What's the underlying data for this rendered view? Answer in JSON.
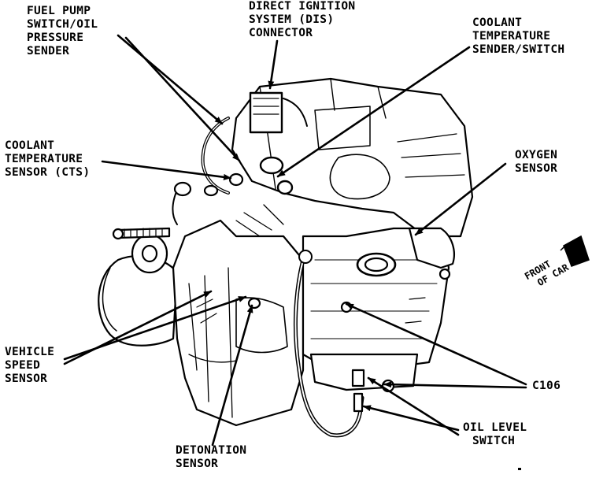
{
  "labels": {
    "fuel_pump": [
      "FUEL PUMP",
      "SWITCH/OIL",
      "PRESSURE",
      "SENDER"
    ],
    "dis_connector": [
      "DIRECT IGNITION",
      "SYSTEM (DIS)",
      "CONNECTOR"
    ],
    "coolant_sender": [
      "COOLANT",
      "TEMPERATURE",
      "SENDER/SWITCH"
    ],
    "coolant_sensor": [
      "COOLANT",
      "TEMPERATURE",
      "SENSOR (CTS)"
    ],
    "oxygen_sensor": [
      "OXYGEN",
      "SENSOR"
    ],
    "front_of_car": [
      "FRONT",
      "OF CAR"
    ],
    "vehicle_speed_sensor": [
      "VEHICLE",
      "SPEED",
      "SENSOR"
    ],
    "c106": [
      "C106"
    ],
    "oil_level_switch": [
      "OIL LEVEL",
      "SWITCH"
    ],
    "detonation_sensor": [
      "DETONATION",
      "SENSOR"
    ]
  },
  "colors": {
    "ink": "#000000",
    "paper": "#ffffff"
  }
}
